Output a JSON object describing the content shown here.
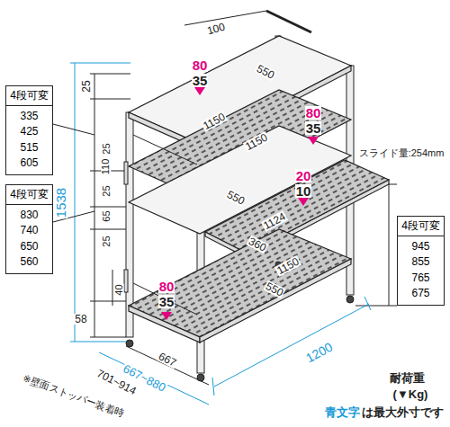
{
  "diagram": {
    "nodes": [
      {
        "text": [
          "4段可変",
          "335 425 515 605"
        ]
      },
      {
        "text": [
          "4段可変",
          "830 740 650 560"
        ]
      },
      {
        "text": [
          "4段可変",
          "945 855 765 675"
        ]
      }
    ],
    "labels": [
      "100",
      "25",
      "80",
      "35",
      "550",
      "1150",
      "1150",
      "80",
      "35",
      "550",
      "25",
      "110",
      "25",
      "65",
      "25",
      "スライド量:254mm",
      "20",
      "10",
      "1124",
      "360",
      "1538",
      "58",
      "40",
      "80",
      "35",
      "550",
      "1150",
      "1200",
      "667",
      "667~880",
      "701~914",
      "※壁面ストッパー装着時",
      "耐荷重",
      "(▼Kg)",
      "青文字",
      "は最大外寸です"
    ]
  }
}
